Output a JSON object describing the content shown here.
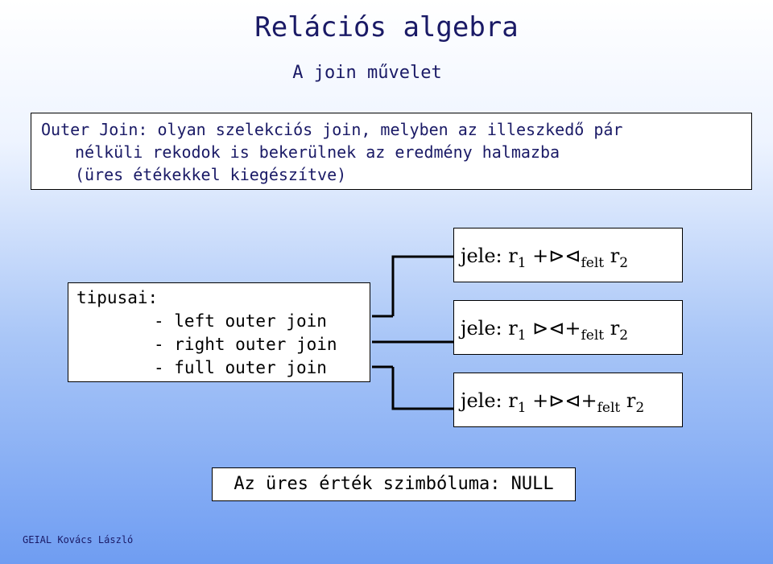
{
  "title": "Relációs algebra",
  "subtitle": "A join művelet",
  "definition": {
    "line1": "Outer Join: olyan szelekciós join, melyben az illeszkedő pár",
    "line2": "nélküli rekodok is bekerülnek az eredmény halmazba",
    "line3": "(üres étékekkel kiegészítve)"
  },
  "types": {
    "header": "tipusai:",
    "items": [
      "- left outer join",
      "- right outer join",
      "- full outer join"
    ]
  },
  "notations": [
    {
      "prefix": "jele: r",
      "r1_sub": "1",
      "op": " +⊳⊲",
      "felt": "felt",
      "r2": " r",
      "r2_sub": "2"
    },
    {
      "prefix": "jele: r",
      "r1_sub": "1",
      "op": "  ⊳⊲+",
      "felt": "felt",
      "r2": " r",
      "r2_sub": "2"
    },
    {
      "prefix": "jele: r",
      "r1_sub": "1",
      "op": " +⊳⊲+",
      "felt": "felt",
      "r2": " r",
      "r2_sub": "2"
    }
  ],
  "null_note": "Az üres érték szimbóluma: NULL",
  "footer": "GEIAL Kovács László"
}
